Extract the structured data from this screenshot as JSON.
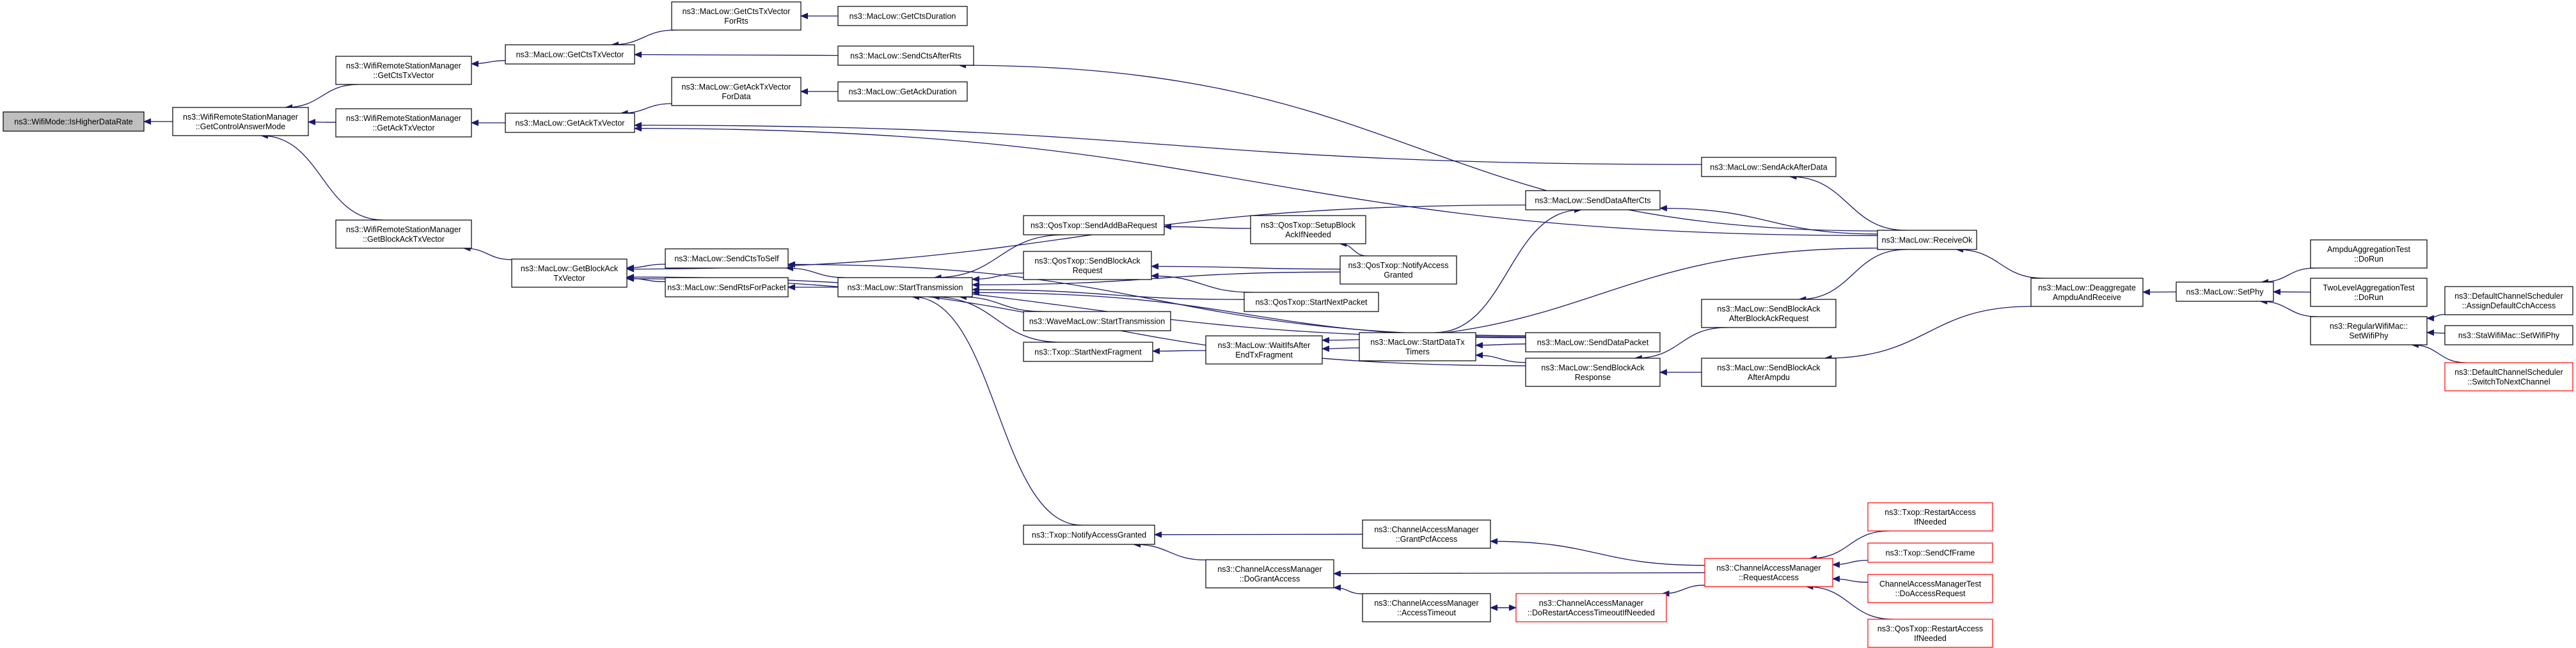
{
  "graph": {
    "nodes": [
      {
        "id": "root",
        "lines": [
          "ns3::WifiMode::IsHigherDataRate"
        ],
        "style": "root"
      },
      {
        "id": "getControlAnswerMode",
        "lines": [
          "ns3::WifiRemoteStationManager",
          "::GetControlAnswerMode"
        ],
        "style": "normal"
      },
      {
        "id": "wrsmGetCtsTxVector",
        "lines": [
          "ns3::WifiRemoteStationManager",
          "::GetCtsTxVector"
        ],
        "style": "normal"
      },
      {
        "id": "wrsmGetAckTxVector",
        "lines": [
          "ns3::WifiRemoteStationManager",
          "::GetAckTxVector"
        ],
        "style": "normal"
      },
      {
        "id": "wrsmGetBlockAckTxVector",
        "lines": [
          "ns3::WifiRemoteStationManager",
          "::GetBlockAckTxVector"
        ],
        "style": "normal"
      },
      {
        "id": "macGetCtsTxVector",
        "lines": [
          "ns3::MacLow::GetCtsTxVector"
        ],
        "style": "normal"
      },
      {
        "id": "macGetAckTxVector",
        "lines": [
          "ns3::MacLow::GetAckTxVector"
        ],
        "style": "normal"
      },
      {
        "id": "macGetBlockAckTxVector",
        "lines": [
          "ns3::MacLow::GetBlockAck",
          "TxVector"
        ],
        "style": "normal"
      },
      {
        "id": "getCtsTxVectorForRts",
        "lines": [
          "ns3::MacLow::GetCtsTxVector",
          "ForRts"
        ],
        "style": "normal"
      },
      {
        "id": "getCtsDuration",
        "lines": [
          "ns3::MacLow::GetCtsDuration"
        ],
        "style": "normal"
      },
      {
        "id": "sendCtsAfterRts",
        "lines": [
          "ns3::MacLow::SendCtsAfterRts"
        ],
        "style": "normal"
      },
      {
        "id": "getAckTxVectorForData",
        "lines": [
          "ns3::MacLow::GetAckTxVector",
          "ForData"
        ],
        "style": "normal"
      },
      {
        "id": "getAckDuration",
        "lines": [
          "ns3::MacLow::GetAckDuration"
        ],
        "style": "normal"
      },
      {
        "id": "sendAckAfterData",
        "lines": [
          "ns3::MacLow::SendAckAfterData"
        ],
        "style": "normal"
      },
      {
        "id": "sendDataAfterCts",
        "lines": [
          "ns3::MacLow::SendDataAfterCts"
        ],
        "style": "normal"
      },
      {
        "id": "receiveOk",
        "lines": [
          "ns3::MacLow::ReceiveOk"
        ],
        "style": "normal"
      },
      {
        "id": "sendCtsToSelf",
        "lines": [
          "ns3::MacLow::SendCtsToSelf"
        ],
        "style": "normal"
      },
      {
        "id": "sendRtsForPacket",
        "lines": [
          "ns3::MacLow::SendRtsForPacket"
        ],
        "style": "normal"
      },
      {
        "id": "startTransmission",
        "lines": [
          "ns3::MacLow::StartTransmission"
        ],
        "style": "normal"
      },
      {
        "id": "sendAddBaRequest",
        "lines": [
          "ns3::QosTxop::SendAddBaRequest"
        ],
        "style": "normal"
      },
      {
        "id": "setupBlockAckIfNeeded",
        "lines": [
          "ns3::QosTxop::SetupBlock",
          "AckIfNeeded"
        ],
        "style": "normal"
      },
      {
        "id": "sendBlockAckRequest",
        "lines": [
          "ns3::QosTxop::SendBlockAck",
          "Request"
        ],
        "style": "normal"
      },
      {
        "id": "qosNotifyAccessGranted",
        "lines": [
          "ns3::QosTxop::NotifyAccess",
          "Granted"
        ],
        "style": "normal"
      },
      {
        "id": "qosStartNextPacket",
        "lines": [
          "ns3::QosTxop::StartNextPacket"
        ],
        "style": "normal"
      },
      {
        "id": "waveStartTransmission",
        "lines": [
          "ns3::WaveMacLow::StartTransmission"
        ],
        "style": "normal"
      },
      {
        "id": "txopStartNextFragment",
        "lines": [
          "ns3::Txop::StartNextFragment"
        ],
        "style": "normal"
      },
      {
        "id": "waitIfsAfterEndTxFragment",
        "lines": [
          "ns3::MacLow::WaitIfsAfter",
          "EndTxFragment"
        ],
        "style": "normal"
      },
      {
        "id": "startDataTxTimers",
        "lines": [
          "ns3::MacLow::StartDataTx",
          "Timers"
        ],
        "style": "normal"
      },
      {
        "id": "sendDataPacket",
        "lines": [
          "ns3::MacLow::SendDataPacket"
        ],
        "style": "normal"
      },
      {
        "id": "sendBlockAckResponse",
        "lines": [
          "ns3::MacLow::SendBlockAck",
          "Response"
        ],
        "style": "normal"
      },
      {
        "id": "sendBlockAckAfterBlockAckRequest",
        "lines": [
          "ns3::MacLow::SendBlockAck",
          "AfterBlockAckRequest"
        ],
        "style": "normal"
      },
      {
        "id": "sendBlockAckAfterAmpdu",
        "lines": [
          "ns3::MacLow::SendBlockAck",
          "AfterAmpdu"
        ],
        "style": "normal"
      },
      {
        "id": "deaggregateAmpdu",
        "lines": [
          "ns3::MacLow::Deaggregate",
          "AmpduAndReceive"
        ],
        "style": "normal"
      },
      {
        "id": "setPhy",
        "lines": [
          "ns3::MacLow::SetPhy"
        ],
        "style": "normal"
      },
      {
        "id": "ampduAggregationTest",
        "lines": [
          "AmpduAggregationTest",
          "::DoRun"
        ],
        "style": "normal"
      },
      {
        "id": "twoLevelAggregationTest",
        "lines": [
          "TwoLevelAggregationTest",
          "::DoRun"
        ],
        "style": "normal"
      },
      {
        "id": "regularSetWifiPhy",
        "lines": [
          "ns3::RegularWifiMac::",
          "SetWifiPhy"
        ],
        "style": "normal"
      },
      {
        "id": "assignDefaultCchAccess",
        "lines": [
          "ns3::DefaultChannelScheduler",
          "::AssignDefaultCchAccess"
        ],
        "style": "normal"
      },
      {
        "id": "staSetWifiPhy",
        "lines": [
          "ns3::StaWifiMac::SetWifiPhy"
        ],
        "style": "normal"
      },
      {
        "id": "switchToNextChannel",
        "lines": [
          "ns3::DefaultChannelScheduler",
          "::SwitchToNextChannel"
        ],
        "style": "red"
      },
      {
        "id": "txopNotifyAccessGranted",
        "lines": [
          "ns3::Txop::NotifyAccessGranted"
        ],
        "style": "normal"
      },
      {
        "id": "grantPcfAccess",
        "lines": [
          "ns3::ChannelAccessManager",
          "::GrantPcfAccess"
        ],
        "style": "normal"
      },
      {
        "id": "doGrantAccess",
        "lines": [
          "ns3::ChannelAccessManager",
          "::DoGrantAccess"
        ],
        "style": "normal"
      },
      {
        "id": "accessTimeout",
        "lines": [
          "ns3::ChannelAccessManager",
          "::AccessTimeout"
        ],
        "style": "normal"
      },
      {
        "id": "doRestartAccessTimeoutIfNeeded",
        "lines": [
          "ns3::ChannelAccessManager",
          "::DoRestartAccessTimeoutIfNeeded"
        ],
        "style": "red"
      },
      {
        "id": "requestAccess",
        "lines": [
          "ns3::ChannelAccessManager",
          "::RequestAccess"
        ],
        "style": "red"
      },
      {
        "id": "txopRestartAccessIfNeeded",
        "lines": [
          "ns3::Txop::RestartAccess",
          "IfNeeded"
        ],
        "style": "red"
      },
      {
        "id": "sendCfFrame",
        "lines": [
          "ns3::Txop::SendCfFrame"
        ],
        "style": "red"
      },
      {
        "id": "channelAccessManagerTest",
        "lines": [
          "ChannelAccessManagerTest",
          "::DoAccessRequest"
        ],
        "style": "red"
      },
      {
        "id": "qosRestartAccessIfNeeded",
        "lines": [
          "ns3::QosTxop::RestartAccess",
          "IfNeeded"
        ],
        "style": "red"
      }
    ],
    "edges": [
      [
        "getControlAnswerMode",
        "root"
      ],
      [
        "wrsmGetCtsTxVector",
        "getControlAnswerMode"
      ],
      [
        "wrsmGetAckTxVector",
        "getControlAnswerMode"
      ],
      [
        "wrsmGetBlockAckTxVector",
        "getControlAnswerMode"
      ],
      [
        "macGetCtsTxVector",
        "wrsmGetCtsTxVector"
      ],
      [
        "macGetAckTxVector",
        "wrsmGetAckTxVector"
      ],
      [
        "macGetBlockAckTxVector",
        "wrsmGetBlockAckTxVector"
      ],
      [
        "getCtsTxVectorForRts",
        "macGetCtsTxVector"
      ],
      [
        "sendCtsAfterRts",
        "macGetCtsTxVector"
      ],
      [
        "getCtsDuration",
        "getCtsTxVectorForRts"
      ],
      [
        "getAckTxVectorForData",
        "macGetAckTxVector"
      ],
      [
        "receiveOk",
        "macGetAckTxVector"
      ],
      [
        "sendAckAfterData",
        "macGetAckTxVector"
      ],
      [
        "getAckDuration",
        "getAckTxVectorForData"
      ],
      [
        "receiveOk",
        "sendCtsAfterRts"
      ],
      [
        "receiveOk",
        "sendAckAfterData"
      ],
      [
        "receiveOk",
        "sendDataAfterCts"
      ],
      [
        "sendDataAfterCts",
        "macGetBlockAckTxVector"
      ],
      [
        "sendCtsToSelf",
        "macGetBlockAckTxVector"
      ],
      [
        "sendRtsForPacket",
        "macGetBlockAckTxVector"
      ],
      [
        "sendDataPacket",
        "macGetBlockAckTxVector"
      ],
      [
        "sendBlockAckResponse",
        "macGetBlockAckTxVector"
      ],
      [
        "startTransmission",
        "sendCtsToSelf"
      ],
      [
        "startTransmission",
        "sendRtsForPacket"
      ],
      [
        "sendAddBaRequest",
        "startTransmission"
      ],
      [
        "sendBlockAckRequest",
        "startTransmission"
      ],
      [
        "qosStartNextPacket",
        "startTransmission"
      ],
      [
        "qosNotifyAccessGranted",
        "startTransmission"
      ],
      [
        "waveStartTransmission",
        "startTransmission"
      ],
      [
        "txopStartNextFragment",
        "startTransmission"
      ],
      [
        "txopNotifyAccessGranted",
        "startTransmission"
      ],
      [
        "sendDataPacket",
        "startTransmission"
      ],
      [
        "startDataTxTimers",
        "sendDataAfterCts"
      ],
      [
        "sendDataPacket",
        "sendCtsToSelf"
      ],
      [
        "setupBlockAckIfNeeded",
        "sendAddBaRequest"
      ],
      [
        "qosNotifyAccessGranted",
        "setupBlockAckIfNeeded"
      ],
      [
        "qosNotifyAccessGranted",
        "sendBlockAckRequest"
      ],
      [
        "qosStartNextPacket",
        "sendBlockAckRequest"
      ],
      [
        "waitIfsAfterEndTxFragment",
        "txopStartNextFragment"
      ],
      [
        "startDataTxTimers",
        "waitIfsAfterEndTxFragment"
      ],
      [
        "receiveOk",
        "waitIfsAfterEndTxFragment"
      ],
      [
        "sendDataPacket",
        "startDataTxTimers"
      ],
      [
        "sendBlockAckResponse",
        "startDataTxTimers"
      ],
      [
        "sendBlockAckAfterBlockAckRequest",
        "sendBlockAckResponse"
      ],
      [
        "sendBlockAckAfterAmpdu",
        "sendBlockAckResponse"
      ],
      [
        "receiveOk",
        "sendBlockAckAfterBlockAckRequest"
      ],
      [
        "deaggregateAmpdu",
        "receiveOk"
      ],
      [
        "deaggregateAmpdu",
        "sendBlockAckAfterAmpdu"
      ],
      [
        "setPhy",
        "deaggregateAmpdu"
      ],
      [
        "ampduAggregationTest",
        "setPhy"
      ],
      [
        "twoLevelAggregationTest",
        "setPhy"
      ],
      [
        "regularSetWifiPhy",
        "setPhy"
      ],
      [
        "assignDefaultCchAccess",
        "regularSetWifiPhy"
      ],
      [
        "staSetWifiPhy",
        "regularSetWifiPhy"
      ],
      [
        "switchToNextChannel",
        "regularSetWifiPhy"
      ],
      [
        "grantPcfAccess",
        "txopNotifyAccessGranted"
      ],
      [
        "doGrantAccess",
        "txopNotifyAccessGranted"
      ],
      [
        "requestAccess",
        "grantPcfAccess"
      ],
      [
        "requestAccess",
        "doGrantAccess"
      ],
      [
        "accessTimeout",
        "doGrantAccess"
      ],
      [
        "doRestartAccessTimeoutIfNeeded",
        "accessTimeout"
      ],
      [
        "accessTimeout",
        "doRestartAccessTimeoutIfNeeded"
      ],
      [
        "requestAccess",
        "doRestartAccessTimeoutIfNeeded"
      ],
      [
        "txopRestartAccessIfNeeded",
        "requestAccess"
      ],
      [
        "sendCfFrame",
        "requestAccess"
      ],
      [
        "channelAccessManagerTest",
        "requestAccess"
      ],
      [
        "qosRestartAccessIfNeeded",
        "requestAccess"
      ]
    ],
    "colors": {
      "edge": "#191970",
      "border": "#000000",
      "red_border": "#ff0000",
      "root_fill": "#bfbfbf",
      "fill": "#ffffff",
      "text": "#000000"
    }
  }
}
